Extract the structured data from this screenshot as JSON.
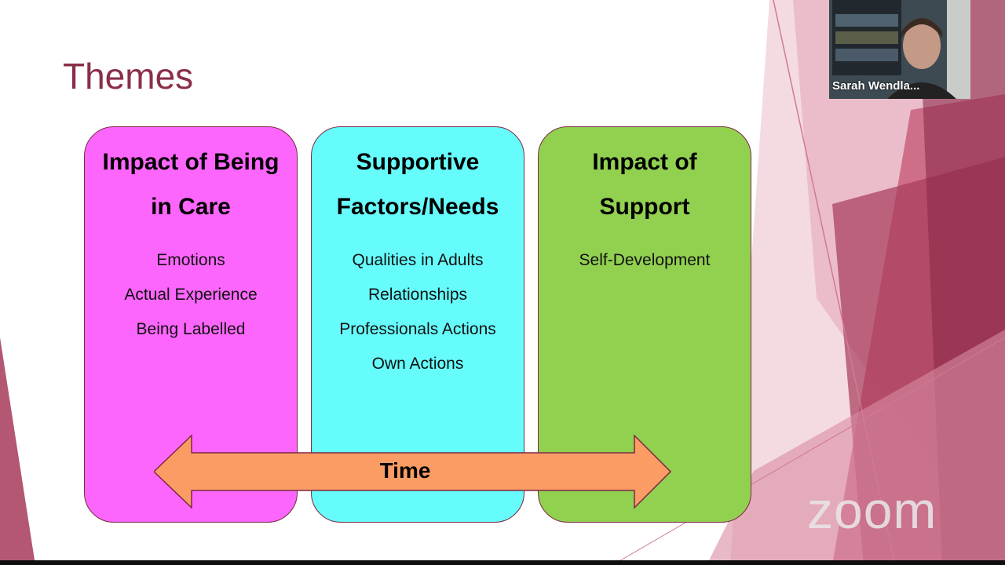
{
  "slide": {
    "title": "Themes",
    "panels": [
      {
        "heading": "Impact of Being\nin Care",
        "color": "#fc66fc",
        "items": [
          "Emotions",
          "Actual Experience",
          "Being Labelled"
        ]
      },
      {
        "heading": "Supportive\nFactors/Needs",
        "color": "#66fcfc",
        "items": [
          "Qualities in Adults",
          "Relationships",
          "Professionals Actions",
          "Own Actions"
        ]
      },
      {
        "heading": "Impact of\nSupport",
        "color": "#92d050",
        "items": [
          "Self-Development"
        ]
      }
    ],
    "timeline": {
      "label": "Time",
      "color": "#fb9c64"
    },
    "accent_color": "#8a2f48"
  },
  "video": {
    "participant_name": "Sarah Wendla..."
  },
  "branding": {
    "watermark": "zoom"
  }
}
